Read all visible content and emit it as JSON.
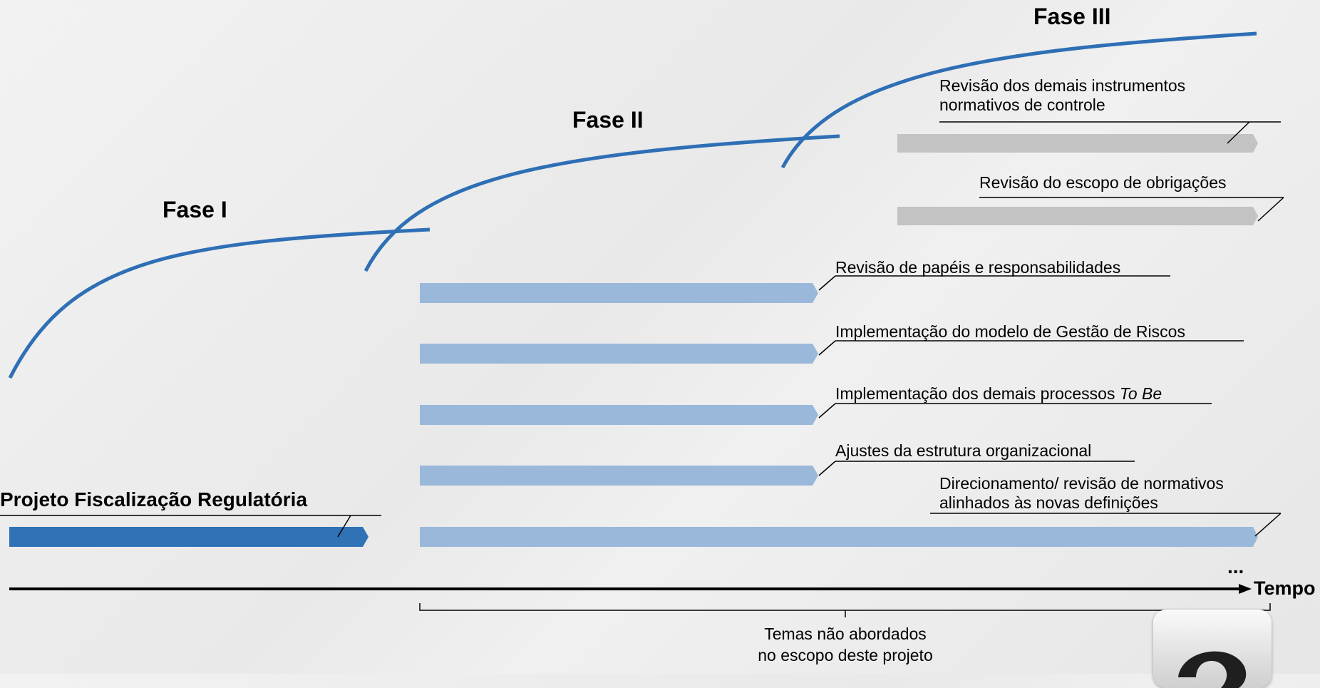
{
  "phases": [
    {
      "id": "fase-1",
      "label": "Fase I"
    },
    {
      "id": "fase-2",
      "label": "Fase II"
    },
    {
      "id": "fase-3",
      "label": "Fase III"
    }
  ],
  "project": {
    "label": "Projeto Fiscalização Regulatória"
  },
  "items": {
    "revisao_instrumentos": {
      "line1": "Revisão dos demais instrumentos",
      "line2": "normativos de controle"
    },
    "revisao_escopo": {
      "label": "Revisão do escopo de obrigações"
    },
    "revisao_papeis": {
      "label": "Revisão de papéis e responsabilidades"
    },
    "gestao_riscos": {
      "label": "Implementação do modelo de Gestão de Riscos"
    },
    "processos_to_be": {
      "label": "Implementação dos demais processos ",
      "emphasis": "To Be"
    },
    "ajustes_estrutura": {
      "label": "Ajustes da estrutura organizacional"
    },
    "direcionamento": {
      "line1": "Direcionamento/ revisão de normativos",
      "line2": "alinhados às novas definições"
    }
  },
  "axis": {
    "label": "Tempo",
    "ellipsis": "..."
  },
  "out_of_scope": {
    "line1": "Temas não abordados",
    "line2": "no escopo deste projeto"
  },
  "colors": {
    "phase_curve": "#2e6fb5",
    "project_bar": "#2f72b5",
    "phase_bar": "#9ab8d9",
    "future_bar": "#c3c3c3",
    "axis": "#000000"
  }
}
